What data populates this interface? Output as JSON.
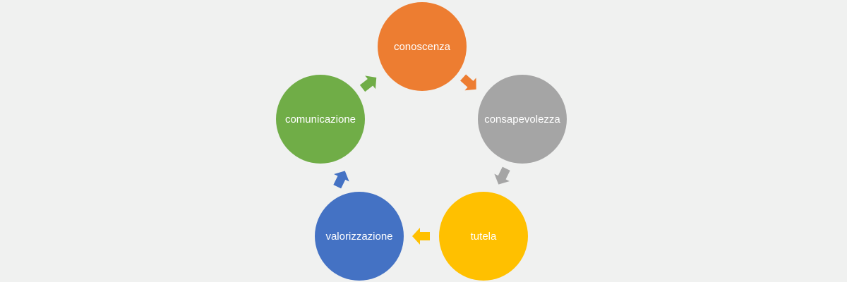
{
  "cycle": {
    "nodes": [
      {
        "label": "conoscenza",
        "color": "#ed7d31"
      },
      {
        "label": "consapevolezza",
        "color": "#a5a5a5"
      },
      {
        "label": "tutela",
        "color": "#ffc000"
      },
      {
        "label": "valorizzazione",
        "color": "#4472c4"
      },
      {
        "label": "comunicazione",
        "color": "#70ad47"
      }
    ],
    "arrows": [
      {
        "from": "conoscenza",
        "to": "consapevolezza",
        "color": "#ed7d31"
      },
      {
        "from": "consapevolezza",
        "to": "tutela",
        "color": "#a5a5a5"
      },
      {
        "from": "tutela",
        "to": "valorizzazione",
        "color": "#ffc000"
      },
      {
        "from": "valorizzazione",
        "to": "comunicazione",
        "color": "#4472c4"
      },
      {
        "from": "comunicazione",
        "to": "conoscenza",
        "color": "#70ad47"
      }
    ]
  }
}
